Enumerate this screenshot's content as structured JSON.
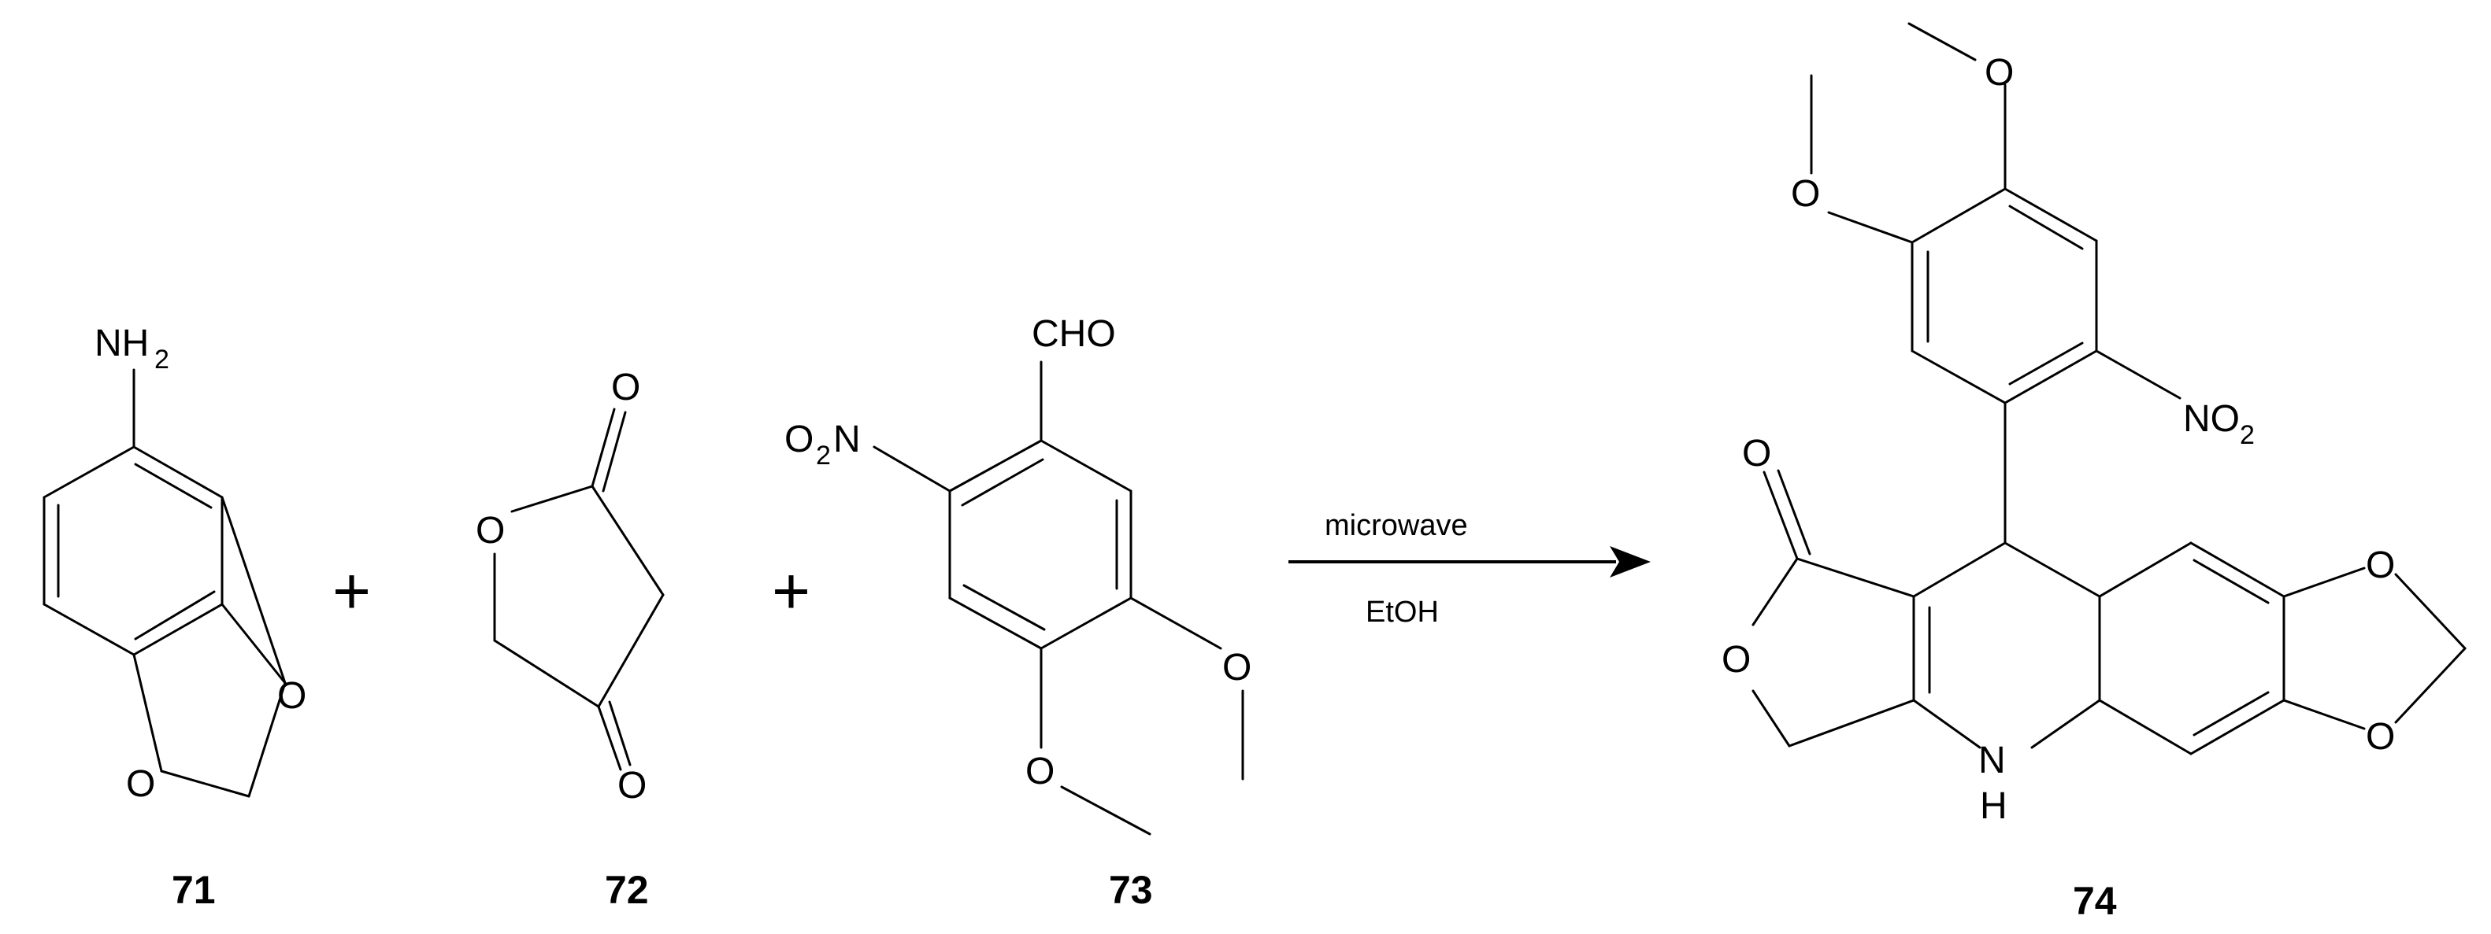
{
  "compounds": {
    "c71": {
      "label": "71",
      "groups": {
        "amine": "NH",
        "amine_sub": "2",
        "o1": "O",
        "o2": "O"
      }
    },
    "c72": {
      "label": "72",
      "groups": {
        "carbonyl_o1": "O",
        "ring_o": "O",
        "carbonyl_o2": "O"
      }
    },
    "c73": {
      "label": "73",
      "groups": {
        "aldehyde": "CHO",
        "nitro_o": "O",
        "nitro_sub": "2",
        "nitro_n": "N",
        "methoxy_o1": "O",
        "methoxy_o2": "O"
      }
    },
    "c74": {
      "label": "74",
      "groups": {
        "methoxy_o1": "O",
        "methoxy_o2": "O",
        "nitro": "NO",
        "nitro_sub": "2",
        "lactone_co": "O",
        "lactone_o": "O",
        "diox_o1": "O",
        "diox_o2": "O",
        "nh_n": "N",
        "nh_h": "H"
      }
    }
  },
  "operators": {
    "plus1": "+",
    "plus2": "+"
  },
  "reaction": {
    "condition_above": "microwave",
    "condition_below": "EtOH"
  }
}
